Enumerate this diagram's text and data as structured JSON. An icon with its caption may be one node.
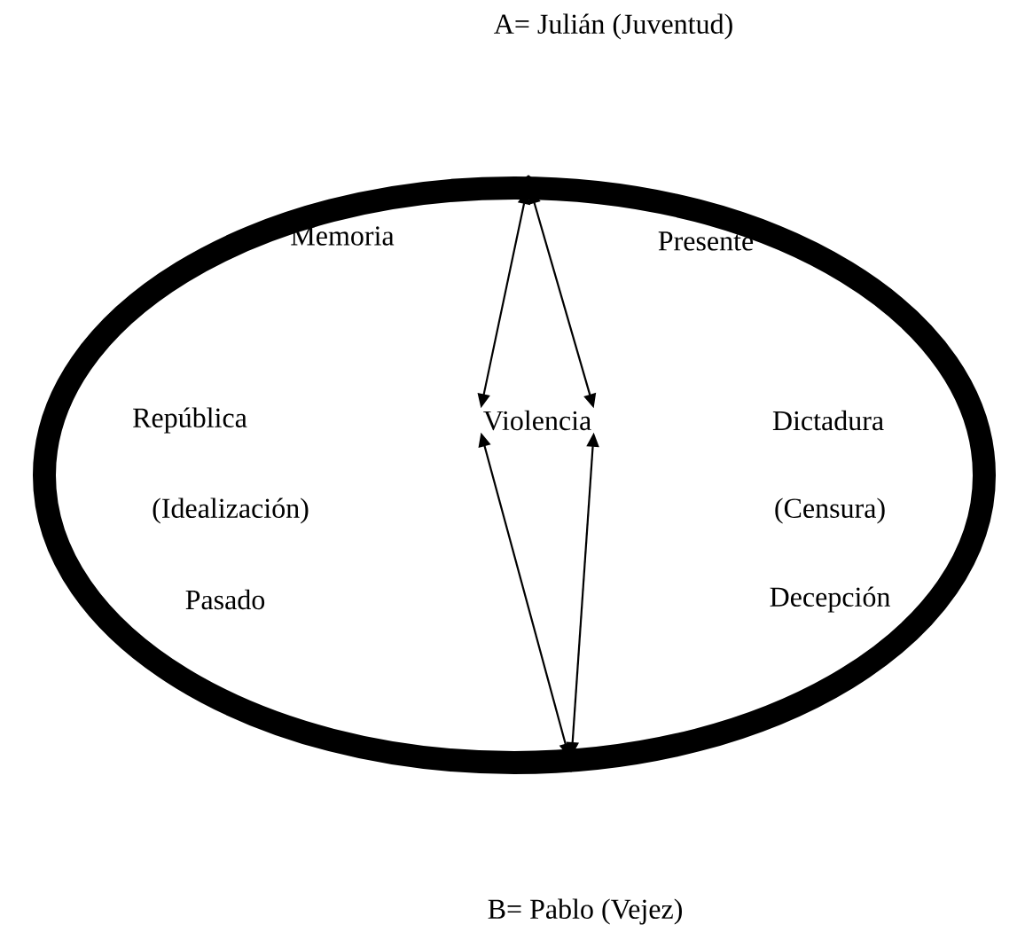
{
  "diagram": {
    "nodes": [
      {
        "text": [],
        "shape": "ellipse"
      },
      {
        "text": [],
        "shape": "point",
        "in": 0
      },
      {
        "text": [
          "Violencia"
        ],
        "in": 0
      },
      {
        "text": [],
        "shape": "point",
        "in": 0
      }
    ],
    "edges": [
      {
        "from": 1,
        "to": 2,
        "arrow": "both"
      },
      {
        "from": 1,
        "to": 2,
        "arrow": "both"
      },
      {
        "from": 3,
        "to": 2,
        "arrow": "both"
      },
      {
        "from": 3,
        "to": 2,
        "arrow": "both"
      }
    ],
    "labels": [
      "A= Julián (Juventud)",
      "Memoria",
      "Presente",
      "República",
      "Dictadura",
      "(Idealización)",
      "(Censura)",
      "Pasado",
      "Decepción",
      "B= Pablo (Vejez)"
    ]
  }
}
